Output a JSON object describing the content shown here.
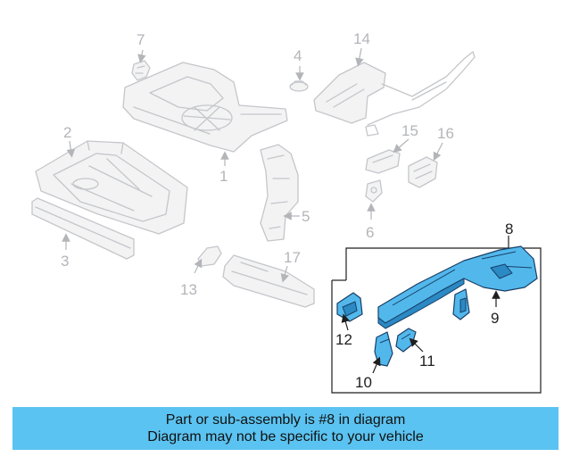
{
  "callouts": {
    "c1": "1",
    "c2": "2",
    "c3": "3",
    "c4": "4",
    "c5": "5",
    "c6": "6",
    "c7": "7",
    "c8": "8",
    "c9": "9",
    "c10": "10",
    "c11": "11",
    "c12": "12",
    "c13": "13",
    "c14": "14",
    "c15": "15",
    "c16": "16",
    "c17": "17"
  },
  "colors": {
    "highlight": "#52b8ec",
    "ghost": "#c4c6ca",
    "banner": "#5bc3f1"
  },
  "banner": {
    "line1": "Part or sub-assembly is #8 in diagram",
    "line2": "Diagram may not be specific to your vehicle"
  }
}
